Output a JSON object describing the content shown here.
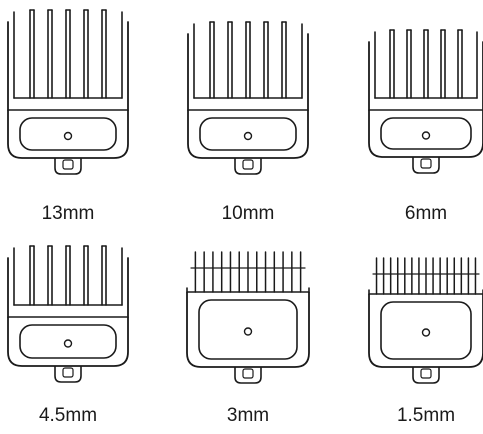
{
  "guards": [
    {
      "label": "13mm",
      "style": "tall"
    },
    {
      "label": "10mm",
      "style": "tall"
    },
    {
      "label": "6mm",
      "style": "tall"
    },
    {
      "label": "4.5mm",
      "style": "tall"
    },
    {
      "label": "3mm",
      "style": "short"
    },
    {
      "label": "1.5mm",
      "style": "short"
    }
  ],
  "colors": {
    "stroke": "#1a1a1a",
    "background": "#ffffff"
  }
}
